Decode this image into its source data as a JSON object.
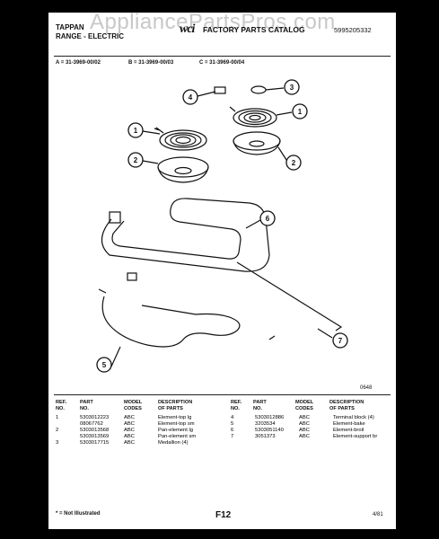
{
  "header": {
    "brand_line1": "TAPPAN",
    "brand_line2": "RANGE - ELECTRIC",
    "logo_text": "wci",
    "catalog_title": "FACTORY PARTS CATALOG",
    "catalog_number": "5995205332",
    "watermark": "AppliancePartsPros.com"
  },
  "models": {
    "a": "A = 31-3969-00/02",
    "b": "B = 31-3969-00/03",
    "c": "C = 31-3969-00/04"
  },
  "diagram": {
    "callouts": [
      "1",
      "2",
      "3",
      "4",
      "5",
      "6",
      "7"
    ],
    "figure_code": "0648"
  },
  "table": {
    "headers": {
      "ref": [
        "REF.",
        "NO."
      ],
      "part": [
        "PART",
        "NO."
      ],
      "model": [
        "MODEL",
        "CODES"
      ],
      "desc": [
        "DESCRIPTION",
        "OF PARTS"
      ]
    },
    "left_rows": [
      {
        "ref": "1",
        "part": "5303012223",
        "model": "ABC",
        "desc": "Element-top lg"
      },
      {
        "ref": "",
        "part": "08067762",
        "model": "ABC",
        "desc": "Element-top sm"
      },
      {
        "ref": "2",
        "part": "5303013568",
        "model": "ABC",
        "desc": "Pan-element lg"
      },
      {
        "ref": "",
        "part": "5303013569",
        "model": "ABC",
        "desc": "Pan-element sm"
      },
      {
        "ref": "3",
        "part": "5303017715",
        "model": "ABC",
        "desc": "Medallion (4)"
      }
    ],
    "right_rows": [
      {
        "ref": "4",
        "part": "5303012886",
        "model": "ABC",
        "desc": "Terminal block (4)"
      },
      {
        "ref": "5",
        "part": "3203534",
        "model": "ABC",
        "desc": "Element-bake"
      },
      {
        "ref": "6",
        "part": "5303051140",
        "model": "ABC",
        "desc": "Element-broil"
      },
      {
        "ref": "7",
        "part": "3051373",
        "model": "ABC",
        "desc": "Element-support br"
      }
    ]
  },
  "footer": {
    "note": "* = Not Illustrated",
    "page": "F12",
    "date": "4/81"
  }
}
